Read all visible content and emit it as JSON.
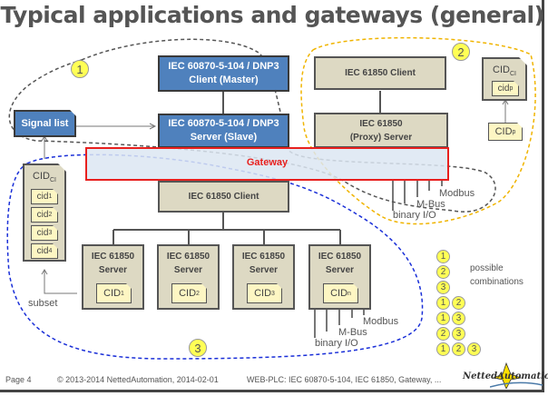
{
  "title": "Typical applications and gateways (general)",
  "scenario_badges": {
    "one": "1",
    "two": "2",
    "three": "3"
  },
  "boxes": {
    "dnp3_client": {
      "line1": "IEC 60870-5-104 / DNP3",
      "line2": "Client (Master)"
    },
    "dnp3_server": {
      "line1": "IEC 60870-5-104 / DNP3",
      "line2": "Server (Slave)"
    },
    "signal_list": "Signal list",
    "iec61850_client_top": "IEC 61850 Client",
    "proxy_server": {
      "line1": "IEC 61850",
      "line2": "(Proxy) Server"
    },
    "gateway": "Gateway",
    "iec61850_client": "IEC 61850 Client",
    "servers": [
      {
        "line1": "IEC 61850",
        "line2": "Server",
        "cid": "CID",
        "sub": "1"
      },
      {
        "line1": "IEC 61850",
        "line2": "Server",
        "cid": "CID",
        "sub": "2"
      },
      {
        "line1": "IEC 61850",
        "line2": "Server",
        "cid": "CID",
        "sub": "3"
      },
      {
        "line1": "IEC 61850",
        "line2": "Server",
        "cid": "CID",
        "sub": "n"
      }
    ]
  },
  "cid_ci_left": {
    "label": "CID",
    "sub": "CI",
    "items": [
      {
        "text": "cid",
        "sub": "1"
      },
      {
        "text": "cid",
        "sub": "2"
      },
      {
        "text": "cid",
        "sub": "3"
      },
      {
        "text": "cid",
        "sub": "4"
      }
    ]
  },
  "cid_ci_right": {
    "label": "CID",
    "sub": "CI",
    "item": {
      "text": "cid",
      "sub": "p"
    },
    "source": {
      "text": "CID",
      "sub": "p"
    }
  },
  "io_labels": {
    "modbus": "Modbus",
    "mbus": "M-Bus",
    "binary": "binary I/O"
  },
  "subset": "subset",
  "combinations": {
    "label1": "possible",
    "label2": "combinations",
    "rows": [
      [
        "1"
      ],
      [
        "2"
      ],
      [
        "3"
      ],
      [
        "1",
        "2"
      ],
      [
        "1",
        "3"
      ],
      [
        "2",
        "3"
      ],
      [
        "1",
        "2",
        "3"
      ]
    ]
  },
  "footer": {
    "page": "Page 4",
    "copyright": "© 2013-2014 NettedAutomation, 2014-02-01",
    "subject": "WEB-PLC: IEC 60870-5-104, IEC 61850, Gateway, ...",
    "logo": "NettedAutomation"
  },
  "colors": {
    "blue_box": "#4f81bd",
    "tan_box": "#ddd9c3",
    "gateway_border": "#e8201e",
    "badge": "#ffff55",
    "scenario1": "#555555",
    "scenario2": "#f0b400",
    "scenario3": "#1a2fd8"
  }
}
